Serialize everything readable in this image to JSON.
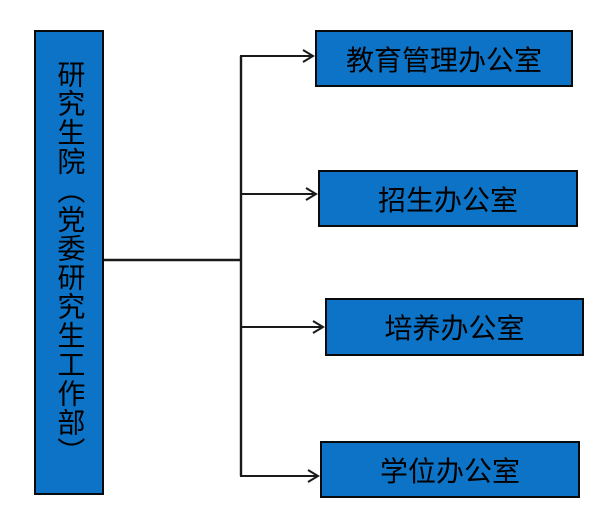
{
  "diagram": {
    "root": {
      "label": "研究生院（党委研究生工作部）"
    },
    "children": [
      {
        "label": "教育管理办公室"
      },
      {
        "label": "招生办公室"
      },
      {
        "label": "培养办公室"
      },
      {
        "label": "学位办公室"
      }
    ],
    "colors": {
      "box_fill": "#0c73c6",
      "box_border": "#0a0a0a",
      "connector": "#1a1a1a",
      "text": "#000000",
      "background": "#ffffff"
    }
  }
}
